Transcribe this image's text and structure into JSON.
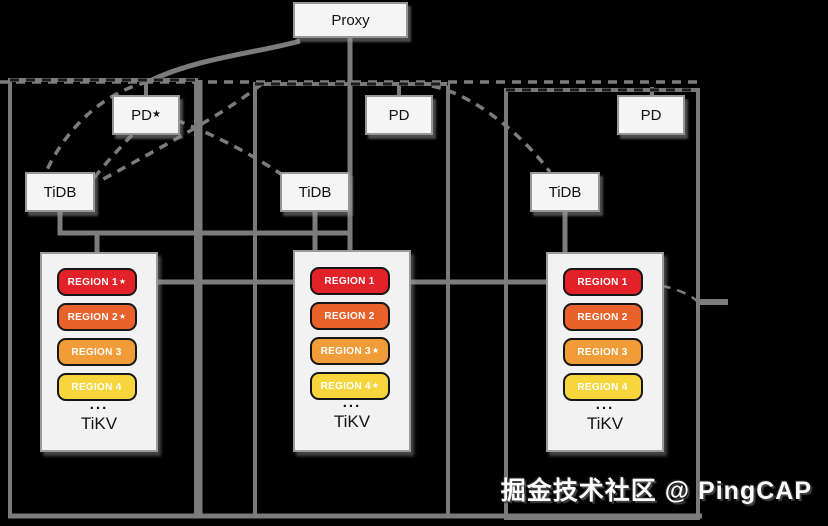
{
  "diagram": {
    "proxy_label": "Proxy",
    "watermark": "掘金技术社区 @ PingCAP",
    "colors": {
      "background": "#000000",
      "line": "#7c7c7c",
      "node_fill": "#f5f5f5",
      "region1": "#e32129",
      "region2": "#e9622b",
      "region3": "#f09c38",
      "region4": "#f6d53d"
    },
    "columns": [
      {
        "pd_label": "PD",
        "pd_star": "★",
        "tidb_label": "TiDB",
        "tikv_label": "TiKV",
        "ellipsis": "...",
        "regions": [
          {
            "label": "REGION 1",
            "star": "★",
            "color": "#e32129"
          },
          {
            "label": "REGION 2",
            "star": "★",
            "color": "#e9622b"
          },
          {
            "label": "REGION 3",
            "star": "",
            "color": "#f09c38"
          },
          {
            "label": "REGION 4",
            "star": "",
            "color": "#f6d53d"
          }
        ]
      },
      {
        "pd_label": "PD",
        "pd_star": "",
        "tidb_label": "TiDB",
        "tikv_label": "TiKV",
        "ellipsis": "...",
        "regions": [
          {
            "label": "REGION 1",
            "star": "",
            "color": "#e32129"
          },
          {
            "label": "REGION 2",
            "star": "",
            "color": "#e9622b"
          },
          {
            "label": "REGION 3",
            "star": "★",
            "color": "#f09c38"
          },
          {
            "label": "REGION 4",
            "star": "★",
            "color": "#f6d53d"
          }
        ]
      },
      {
        "pd_label": "PD",
        "pd_star": "",
        "tidb_label": "TiDB",
        "tikv_label": "TiKV",
        "ellipsis": "...",
        "regions": [
          {
            "label": "REGION 1",
            "star": "",
            "color": "#e32129"
          },
          {
            "label": "REGION 2",
            "star": "",
            "color": "#e9622b"
          },
          {
            "label": "REGION 3",
            "star": "",
            "color": "#f09c38"
          },
          {
            "label": "REGION 4",
            "star": "",
            "color": "#f6d53d"
          }
        ]
      }
    ]
  }
}
